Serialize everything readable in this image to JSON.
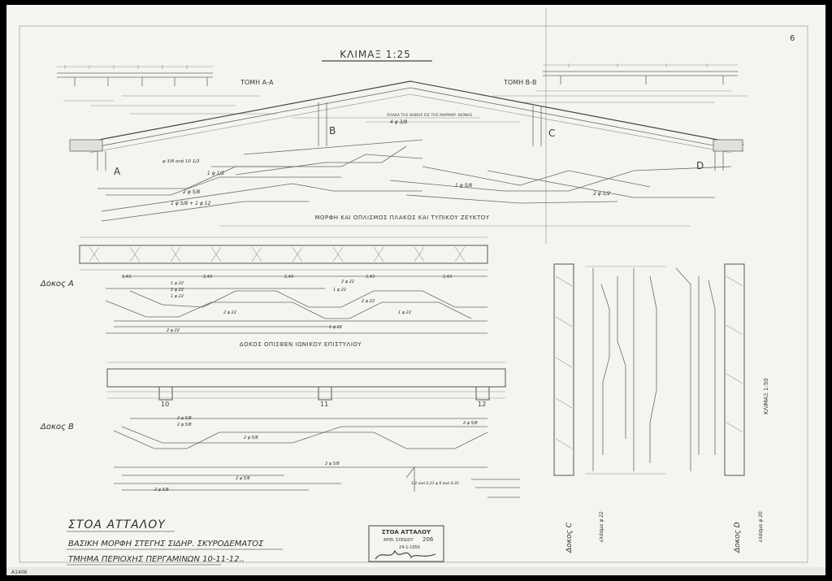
{
  "sheet_number": "6",
  "scale_top": "ΚΛΙΜΑΞ 1:25",
  "section_aa": "ΤΟΜΗ Α-Α",
  "section_bb": "ΤΟΜΗ Β-Β",
  "point_labels": [
    "A",
    "B",
    "C",
    "D"
  ],
  "slab_caption": "ΜΟΡΦΗ ΚΑΙ ΟΠΛΙΣΜΟΣ ΠΛΑΚΟΣ ΚΑΙ ΤΥΠΙΚΟΥ ΖΕΥΚΤΟΥ",
  "slab_note": "ΠΛΑΚΑ ΤΗΣ ΘΗΚΗΣ ΕΙΣ ΤΗΣ ΜΑΡΜΑΡ. ΚΙΟΝΑΣ",
  "rebar_labels": [
    "4 φ 3/8",
    "1 φ 1/2",
    "2 φ 5/8",
    "1 φ 5/8 + 1 φ 12",
    "1 φ 5/8",
    "2 φ 1/2",
    "φ 3/8 ανά 10 1/2"
  ],
  "beam_a_label": "Δοκος Α",
  "beam_a_caption": "ΔΟΚΟΣ ΟΠΙΣΘΕΝ ΙΩΝΙΚΟΥ ΕΠΙΣΤΥΛΙΟΥ",
  "beam_a_dims": [
    "2,43",
    "2,43",
    "2,43",
    "2,43",
    "2,43"
  ],
  "beam_a_rebars": [
    "1 φ 22",
    "2 φ 22",
    "1 φ 22",
    "2 φ 22",
    "1 φ 22",
    "2 φ 22",
    "2 φ 22",
    "1 φ 22",
    "2 φ 22",
    "1 φ 22"
  ],
  "beam_b_label": "Δοκος Β",
  "column_numbers": [
    "10",
    "11",
    "12"
  ],
  "beam_b_rebars": [
    "2 φ 5/8",
    "2 φ 5/8",
    "2 φ 5/8",
    "2 φ 5/8",
    "2 φ 5/8",
    "2 φ 5/8",
    "2 φ 5/8"
  ],
  "beam_b_note": "1/2 ανά 0,21  φ 8 ανά 0,20",
  "beam_c_label": "Δοκος C",
  "beam_c_sub": "ελάσμα φ 22",
  "beam_d_label": "Δοκος D",
  "beam_d_sub": "ελάσμα φ 20",
  "scale_side": "ΚΛΙΜΑΞ 1:50",
  "title_main": "ΣΤΟΑ ΑΤΤΑΛΟΥ",
  "title_sub": "ΒΑΣΙΚΗ ΜΟΡΦΗ ΣΤΕΓΗΣ ΣΙΔΗΡ. ΣΚΥΡΟΔΕΜΑΤΟΣ",
  "title_line3": "ΤΜΗΜΑ ΠΕΡΙΟΧΗΣ ΠΕΡΓΑΜΙΝΩΝ  10-11-12..",
  "stamp_title": "ΣΤΟΑ ΑΤΤΑΛΟΥ",
  "stamp_num_label": "ΑΡΙΘ. ΣΧΕΔΙΟΥ",
  "stamp_num": "206",
  "stamp_date": "24-1-1956",
  "archive_id": "A1406",
  "colors": {
    "paper": "#f5f4f1",
    "ink": "#555555",
    "border": "#000000"
  }
}
